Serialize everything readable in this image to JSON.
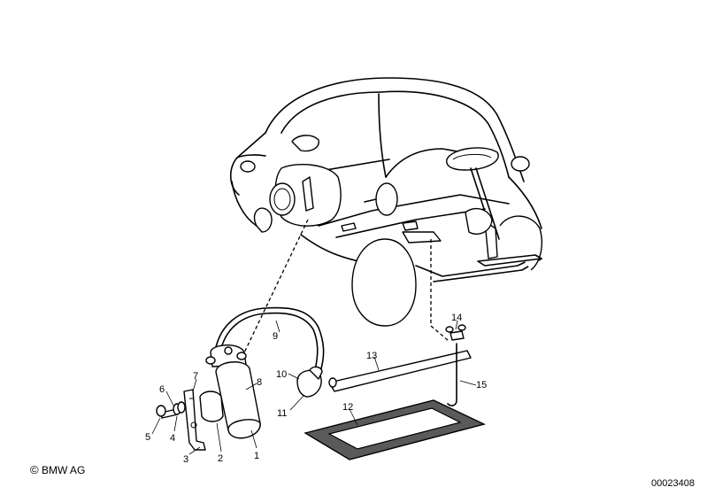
{
  "copyright": {
    "symbol": "©",
    "text": "BMW AG"
  },
  "drawing_number": "00023408",
  "callouts": [
    "1",
    "2",
    "3",
    "4",
    "5",
    "6",
    "7",
    "8",
    "9",
    "10",
    "11",
    "12",
    "13",
    "14",
    "15"
  ]
}
